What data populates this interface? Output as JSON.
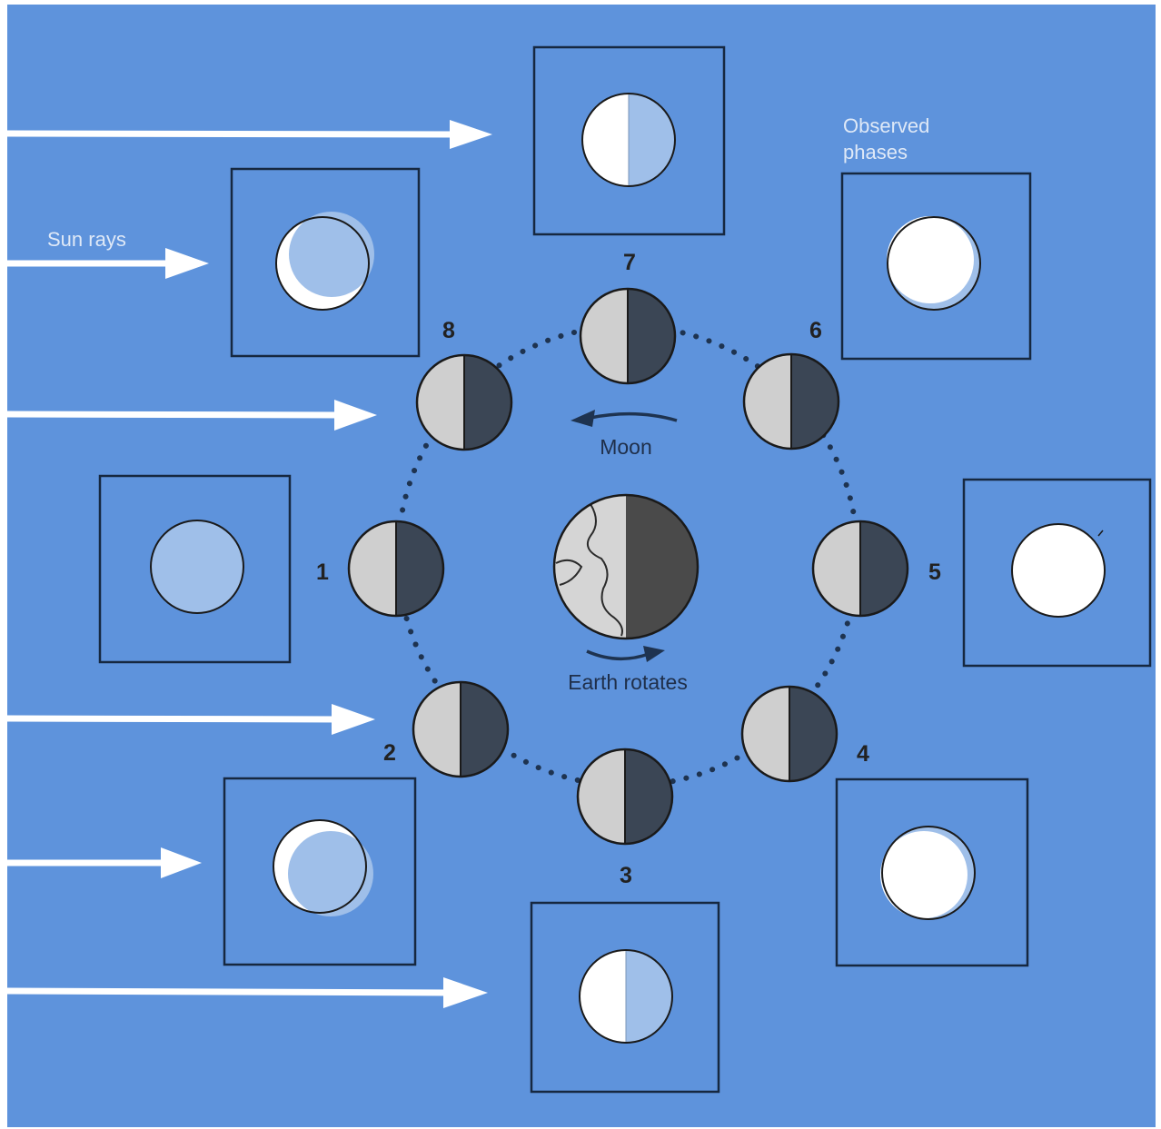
{
  "labels": {
    "sun_rays": "Sun rays",
    "observed_line1": "Observed",
    "observed_line2": "phases",
    "moon": "Moon",
    "earth_rotates": "Earth rotates"
  },
  "positions": [
    {
      "number": "1",
      "observed_phase": "new-moon"
    },
    {
      "number": "2",
      "observed_phase": "waxing-crescent"
    },
    {
      "number": "3",
      "observed_phase": "first-quarter"
    },
    {
      "number": "4",
      "observed_phase": "waxing-gibbous"
    },
    {
      "number": "5",
      "observed_phase": "full-moon"
    },
    {
      "number": "6",
      "observed_phase": "waning-gibbous"
    },
    {
      "number": "7",
      "observed_phase": "last-quarter"
    },
    {
      "number": "8",
      "observed_phase": "waning-crescent"
    }
  ],
  "colors": {
    "background": "#5e93dc",
    "moon_lit": "#cfcfcf",
    "moon_dark": "#3b4655",
    "earth_dark": "#4a4a4a",
    "phase_bright": "#ffffff",
    "phase_shadow": "#9fbfe9",
    "arrow": "#ffffff"
  }
}
